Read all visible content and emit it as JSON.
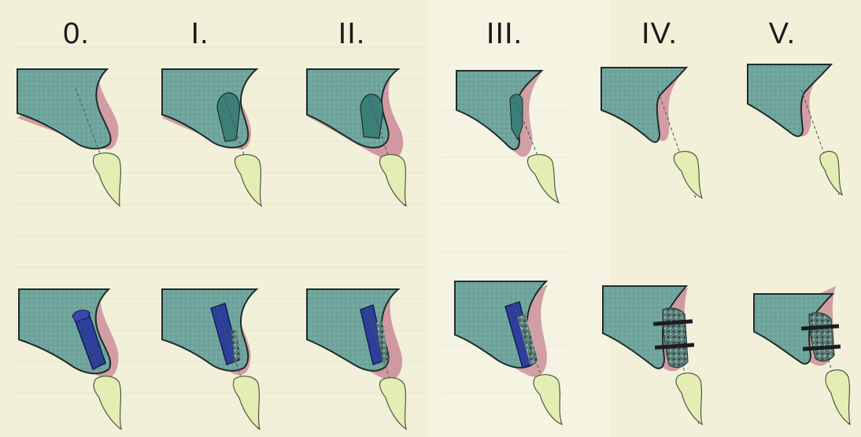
{
  "labels": [
    "0.",
    "I.",
    "II.",
    "III.",
    "IV.",
    "V."
  ],
  "colors": {
    "bone": "#6fa59d",
    "bone_outline": "#1d2d2a",
    "soft_tissue": "#c98a96",
    "tooth": "#e3edb4",
    "implant": "#2d3f9a",
    "graft": "#49645f",
    "screw": "#1c1c22",
    "background": "#f4f1dc"
  }
}
